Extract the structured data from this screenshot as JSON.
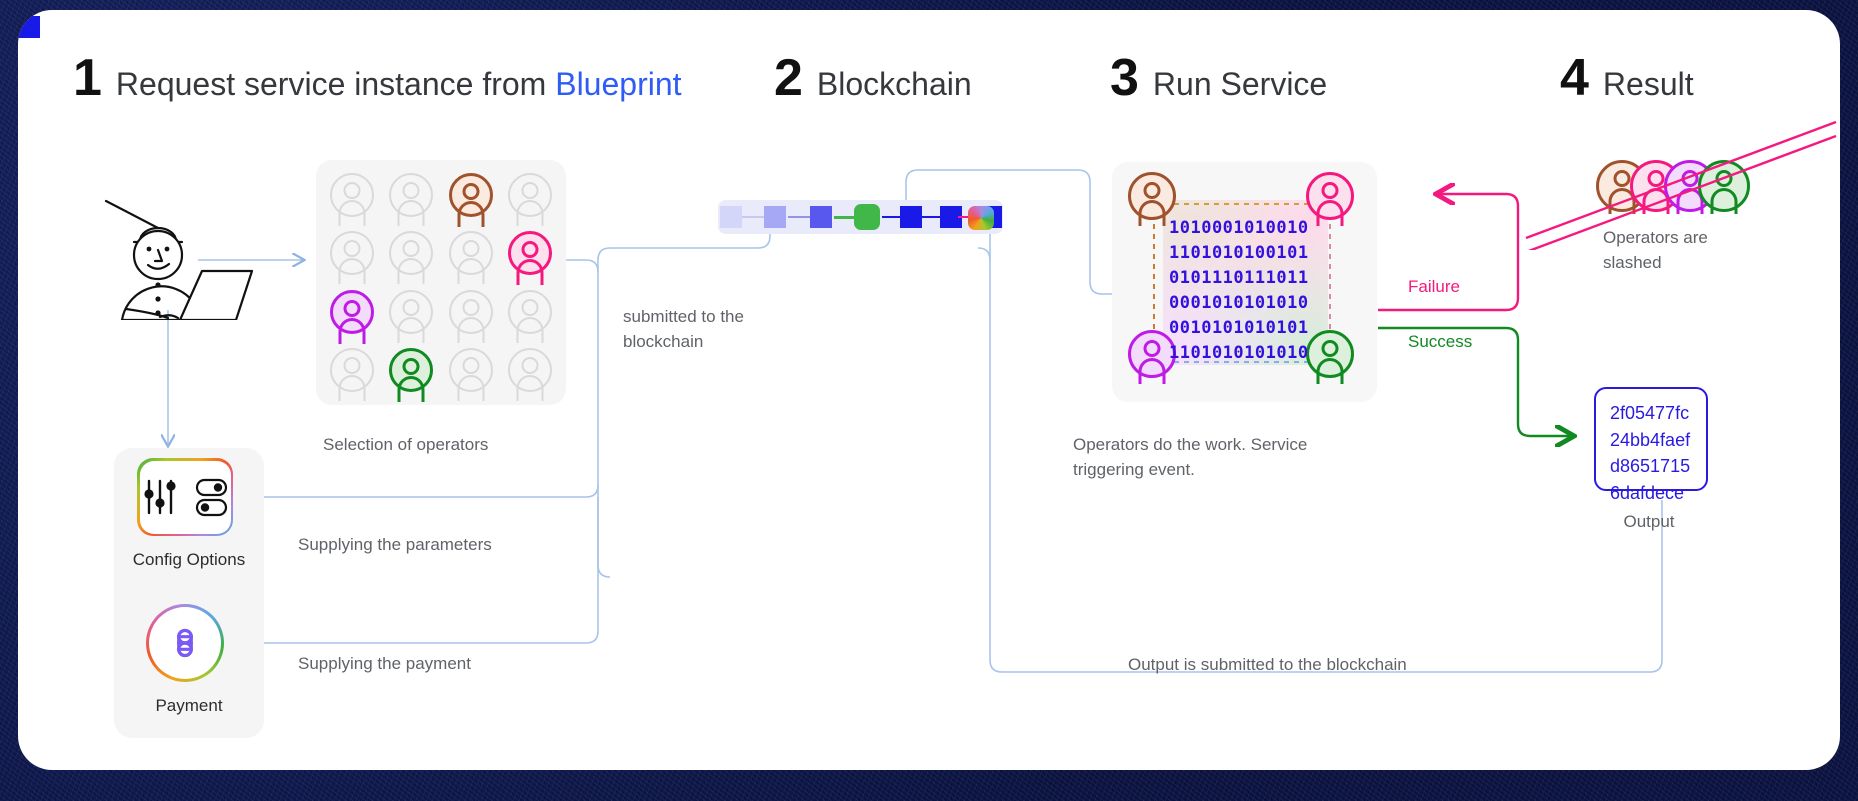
{
  "steps": [
    {
      "num": "1",
      "title_before": "Request service instance from ",
      "accent": "Blueprint"
    },
    {
      "num": "2",
      "title_before": "Blockchain",
      "accent": ""
    },
    {
      "num": "3",
      "title_before": "Run Service",
      "accent": ""
    },
    {
      "num": "4",
      "title_before": "Result",
      "accent": ""
    }
  ],
  "captions": {
    "selection_of_operators": "Selection of operators",
    "submitted_to_blockchain": "submitted to the\nblockchain",
    "supplying_parameters": "Supplying the parameters",
    "supplying_payment": "Supplying the payment",
    "operators_do_work": "Operators do the work. Service\ntriggering event.",
    "output_submitted": "Output is submitted to the blockchain",
    "operators_slashed": "Operators are\nslashed",
    "output_label": "Output"
  },
  "tiles": {
    "config_label": "Config Options",
    "payment_label": "Payment"
  },
  "flow_labels": {
    "failure": "Failure",
    "success": "Success"
  },
  "binary_lines": [
    "1010001010010",
    "1101010100101",
    "0101110111011",
    "0001010101010",
    "0010101010101",
    "1101010101010"
  ],
  "output_hash_lines": [
    "2f05477fc",
    "24bb4faef",
    "d8651715",
    "6dafdece"
  ],
  "operator_grid": {
    "rows": 4,
    "cols": 4,
    "selected": [
      {
        "row": 0,
        "col": 2,
        "color": "#a0522d",
        "name": "brown"
      },
      {
        "row": 1,
        "col": 3,
        "color": "#f5197f",
        "name": "pink"
      },
      {
        "row": 2,
        "col": 0,
        "color": "#c01ae6",
        "name": "purple"
      },
      {
        "row": 3,
        "col": 1,
        "color": "#128a22",
        "name": "green"
      }
    ]
  },
  "blockchain": {
    "blocks": [
      {
        "opacity": 0.1,
        "color": "#1a1ae8",
        "shape": "square"
      },
      {
        "opacity": 0.3,
        "color": "#1a1ae8",
        "shape": "square"
      },
      {
        "opacity": 0.65,
        "color": "#1a1ae8",
        "shape": "square"
      },
      {
        "opacity": 1.0,
        "color": "#41b649",
        "shape": "rounded"
      },
      {
        "opacity": 1.0,
        "color": "#1a1ae8",
        "shape": "square"
      },
      {
        "opacity": 1.0,
        "color": "#1a1ae8",
        "shape": "square"
      },
      {
        "opacity": 1.0,
        "color": "#1a1ae8",
        "shape": "square"
      },
      {
        "opacity": 1.0,
        "color": "#1a1ae8",
        "shape": "square"
      },
      {
        "opacity": 1.0,
        "color": "gradient",
        "shape": "rounded"
      }
    ]
  },
  "colors": {
    "accent_blue": "#2f5cf5",
    "failure": "#f5197f",
    "success": "#128a22",
    "binary": "#3311dd",
    "hash": "#2a1ae0",
    "connector": "#a8c4ea",
    "frame": "#0b1342"
  }
}
